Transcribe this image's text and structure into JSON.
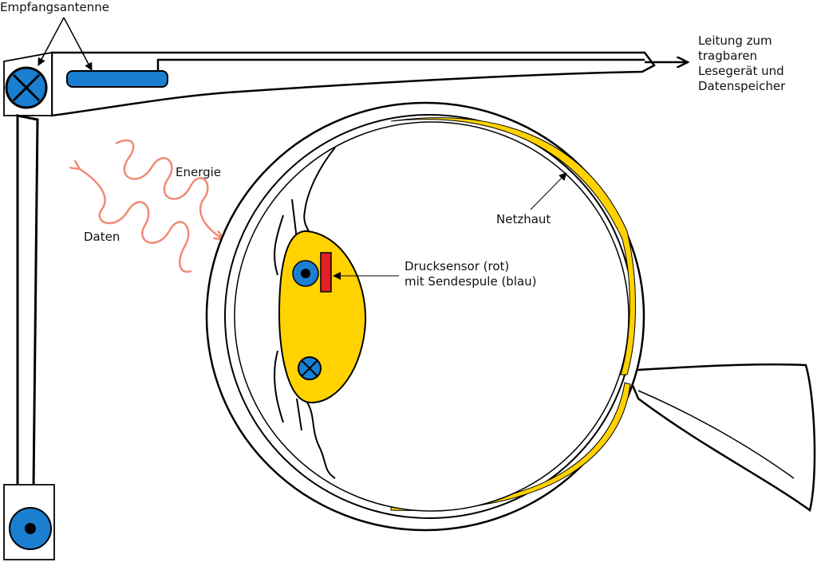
{
  "labels": {
    "antenna": "Empfangsantenne",
    "cable_lines": [
      "Leitung zum",
      "tragbaren",
      "Lesegerät und",
      "Datenspeicher"
    ],
    "energy": "Energie",
    "data": "Daten",
    "retina": "Netzhaut",
    "sensor_lines": [
      "Drucksensor (rot)",
      "mit Sendespule (blau)"
    ]
  },
  "colors": {
    "coil_blue": "#1a7fd0",
    "lens_yellow": "#ffd200",
    "sensor_red": "#e0202a",
    "wave": "#f08a75",
    "outline": "#000000"
  }
}
